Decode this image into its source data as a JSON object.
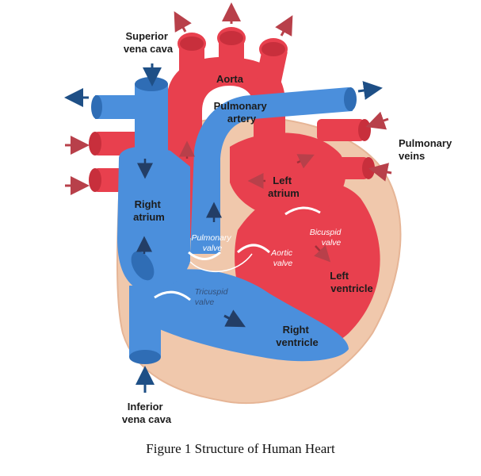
{
  "labels": {
    "superior_vena_cava": [
      "Superior",
      "vena cava"
    ],
    "aorta": "Aorta",
    "pulmonary_artery": [
      "Pulmonary",
      "artery"
    ],
    "pulmonary_veins": [
      "Pulmonary",
      "veins"
    ],
    "left_atrium": [
      "Left",
      "atrium"
    ],
    "right_atrium": [
      "Right",
      "atrium"
    ],
    "pulmonary_valve": [
      "Pulmonary",
      "valve"
    ],
    "aortic_valve": [
      "Aortic",
      "valve"
    ],
    "bicuspid_valve": [
      "Bicuspid",
      "valve"
    ],
    "left_ventricle": [
      "Left",
      "ventricle"
    ],
    "tricuspid_valve": [
      "Tricuspid",
      "valve"
    ],
    "right_ventricle": [
      "Right",
      "ventricle"
    ],
    "inferior_vena_cava": [
      "Inferior",
      "vena cava"
    ]
  },
  "caption": "Figure 1 Structure of Human Heart",
  "colors": {
    "oxygenated": "#e8404e",
    "deoxygenated": "#4b8fdc",
    "muscle": "#f0c8ac",
    "arrow_red": "#c0404a",
    "arrow_blue": "#1e4f86"
  }
}
